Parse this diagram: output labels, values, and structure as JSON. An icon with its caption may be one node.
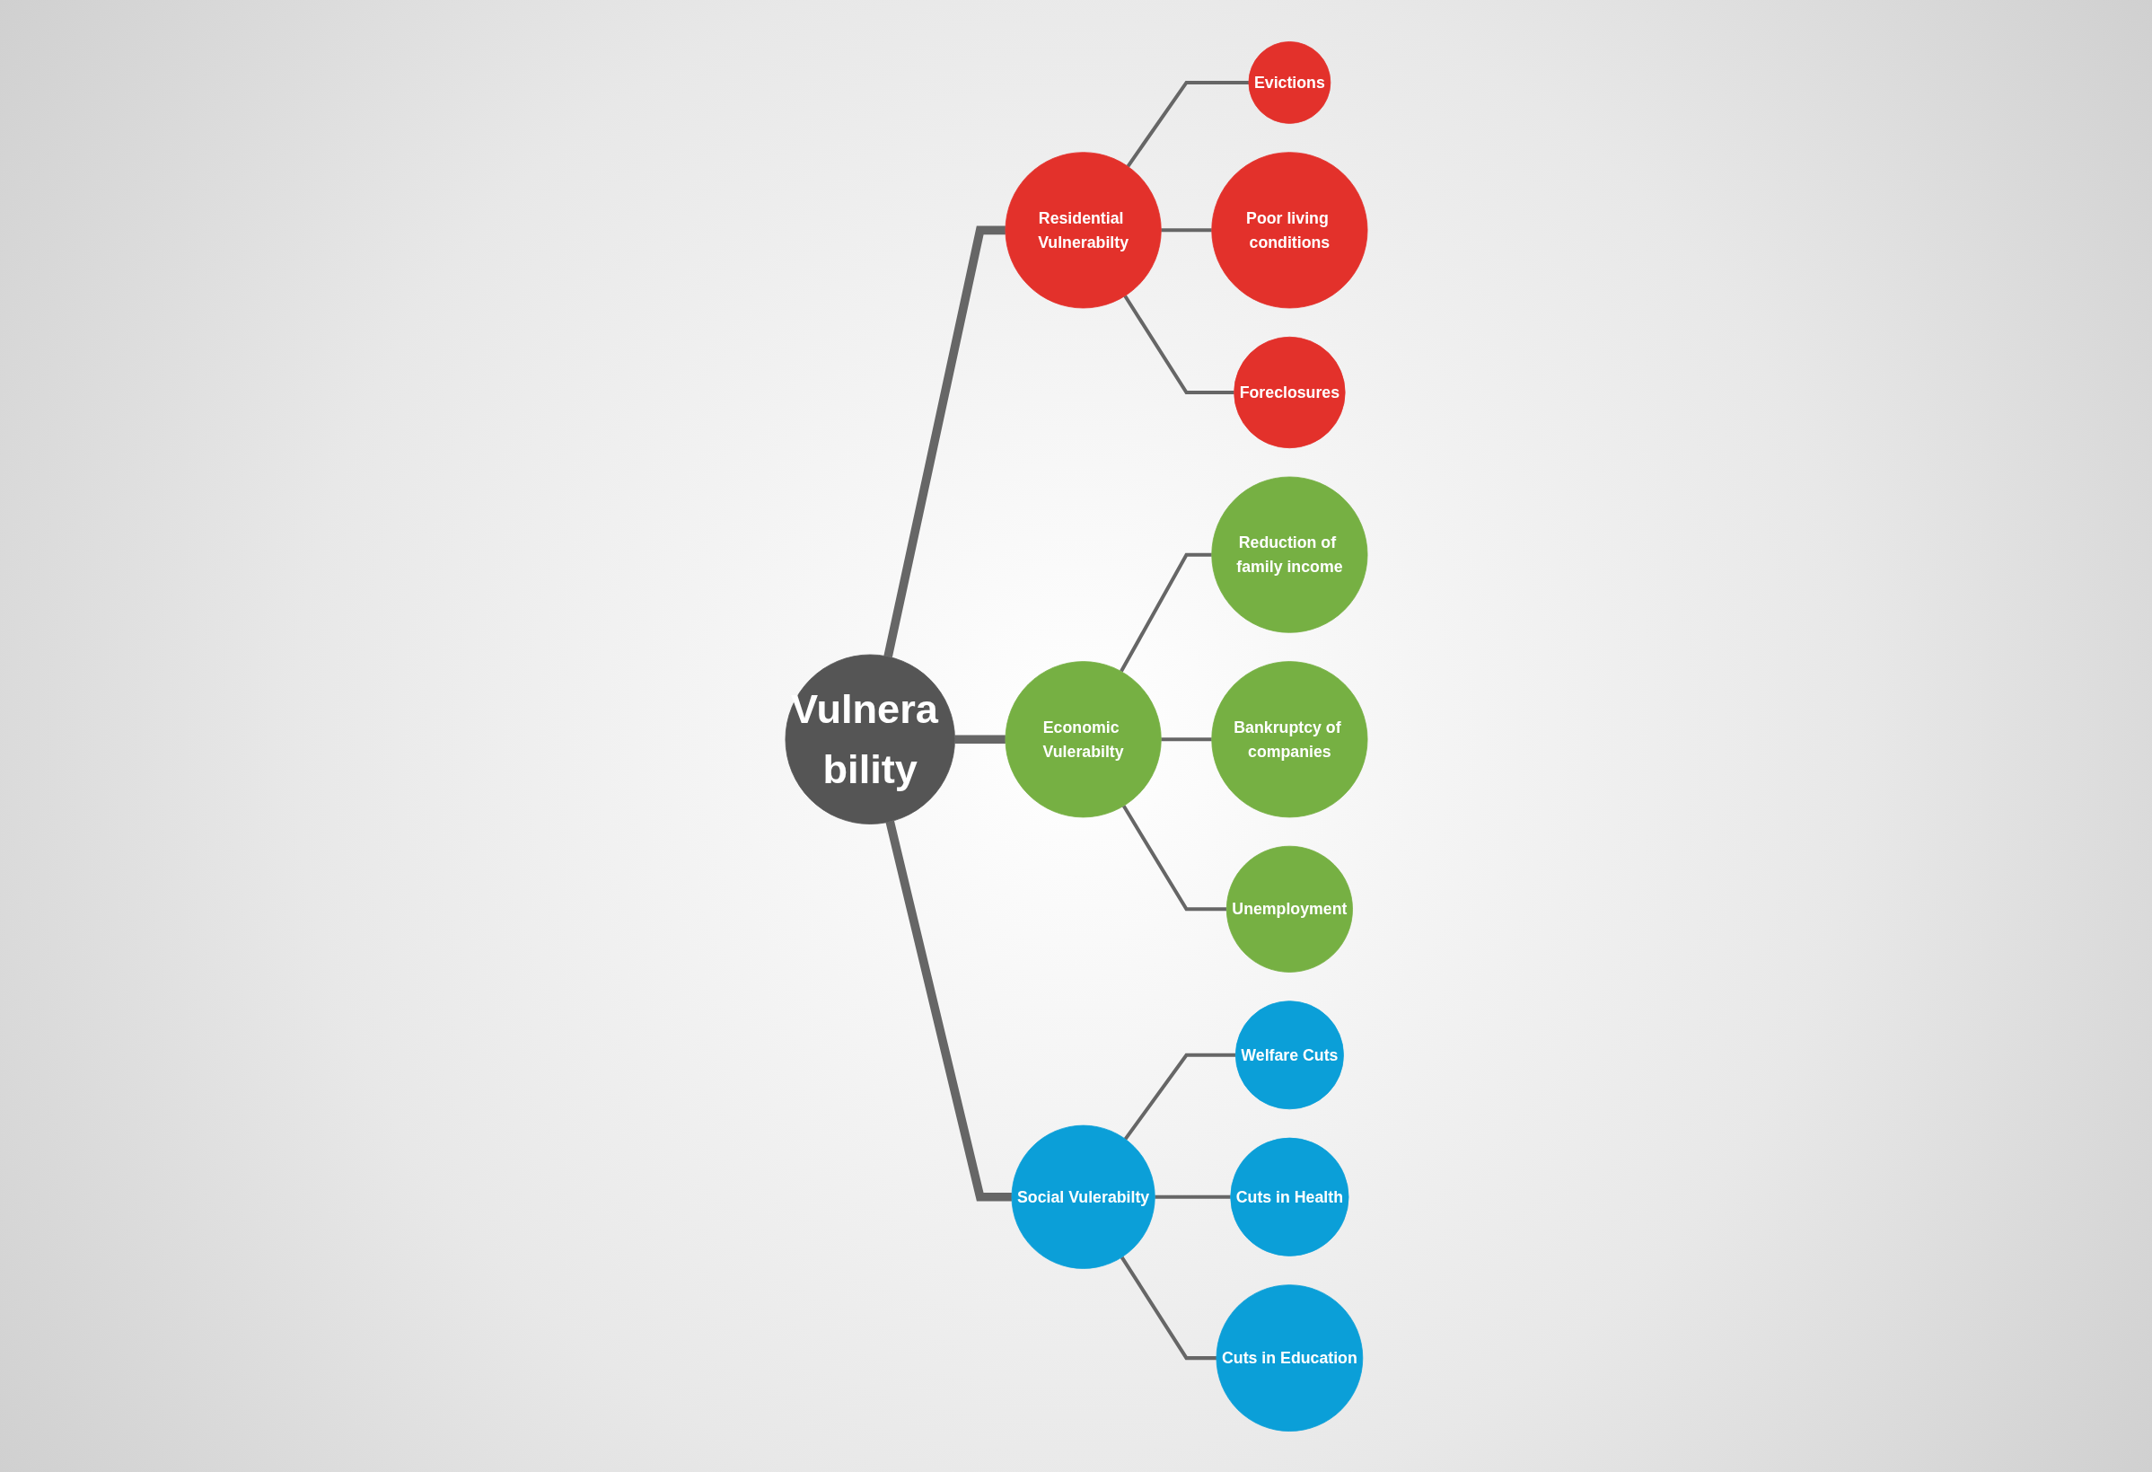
{
  "diagram": {
    "nodes": [
      {
        "text": [
          "Vulnera bility"
        ]
      },
      {
        "text": [
          "Residential Vulnerabilty"
        ]
      },
      {
        "text": [
          "Evictions"
        ]
      },
      {
        "text": [
          "Poor living conditions"
        ]
      },
      {
        "text": [
          "Foreclosures"
        ]
      },
      {
        "text": [
          "Economic Vulerabilty"
        ]
      },
      {
        "text": [
          "Reduction of family income"
        ]
      },
      {
        "text": [
          "Bankruptcy of companies"
        ]
      },
      {
        "text": [
          "Unemployment"
        ]
      },
      {
        "text": [
          "Social Vulerabilty"
        ]
      },
      {
        "text": [
          "Welfare Cuts"
        ]
      },
      {
        "text": [
          "Cuts in Health"
        ]
      },
      {
        "text": [
          "Cuts in Education"
        ]
      }
    ],
    "edges": [
      {
        "from": 0,
        "to": 1,
        "arrow": "none",
        "style": "thick"
      },
      {
        "from": 0,
        "to": 5,
        "arrow": "none",
        "style": "thick"
      },
      {
        "from": 0,
        "to": 9,
        "arrow": "none",
        "style": "thick"
      },
      {
        "from": 1,
        "to": 2,
        "arrow": "none"
      },
      {
        "from": 1,
        "to": 3,
        "arrow": "none"
      },
      {
        "from": 1,
        "to": 4,
        "arrow": "none"
      },
      {
        "from": 5,
        "to": 6,
        "arrow": "none"
      },
      {
        "from": 5,
        "to": 7,
        "arrow": "none"
      },
      {
        "from": 5,
        "to": 8,
        "arrow": "none"
      },
      {
        "from": 9,
        "to": 10,
        "arrow": "none"
      },
      {
        "from": 9,
        "to": 11,
        "arrow": "none"
      },
      {
        "from": 9,
        "to": 12,
        "arrow": "none"
      }
    ]
  }
}
